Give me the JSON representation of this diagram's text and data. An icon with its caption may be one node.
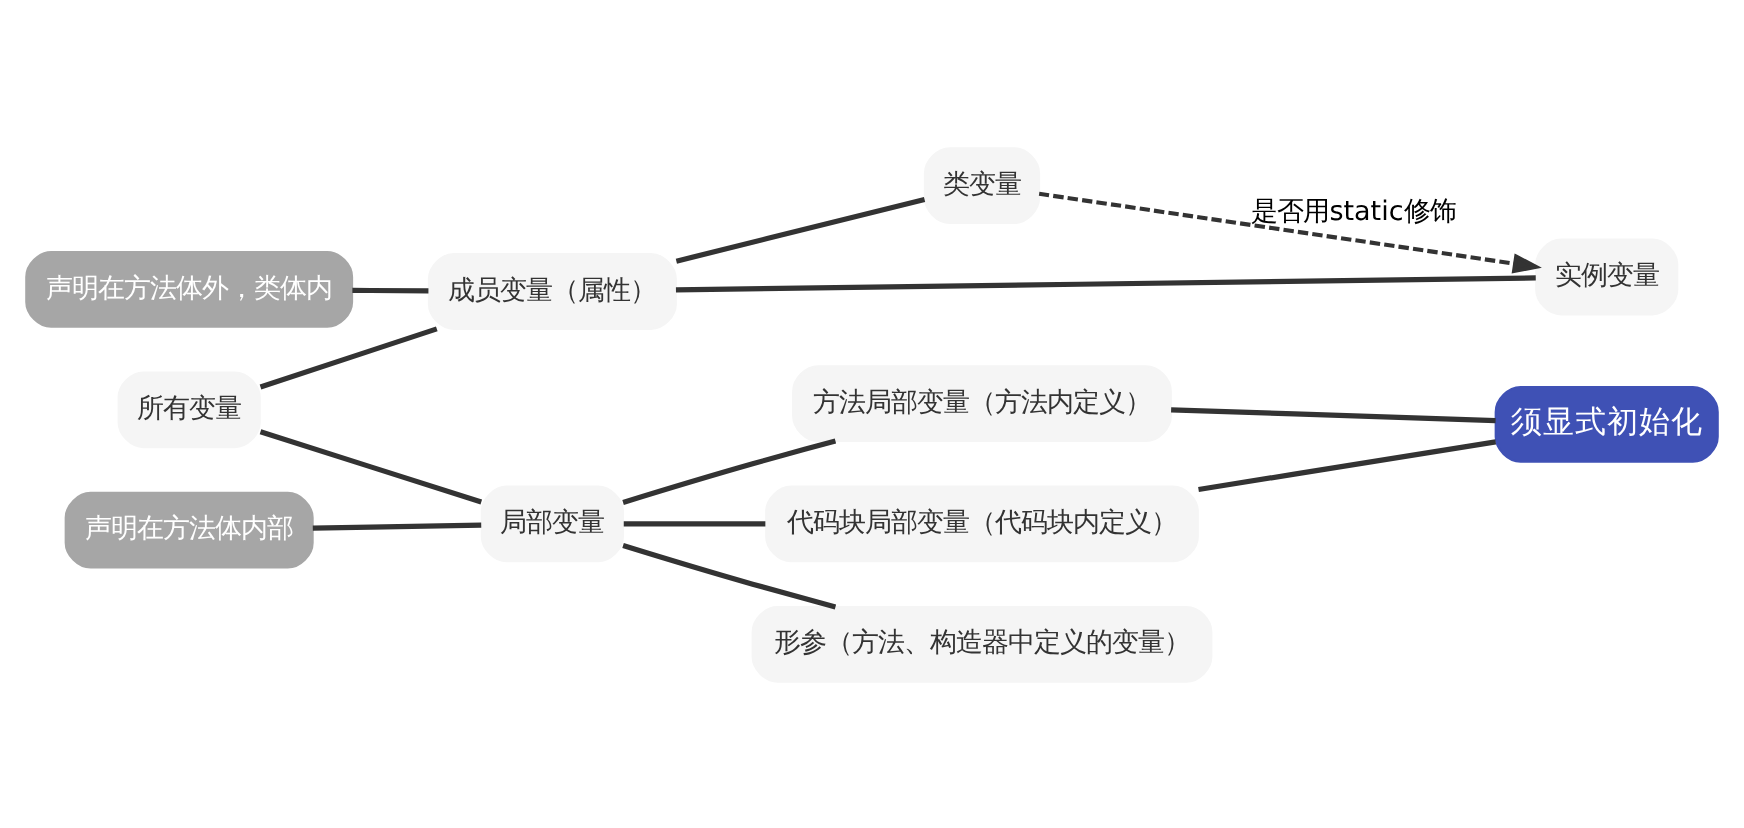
{
  "diagram": {
    "nodes": [
      {
        "text": [
          "所有变量"
        ]
      },
      {
        "text": [
          "成员变量（属性）"
        ]
      },
      {
        "text": [
          "声明在方法体外，类体内"
        ]
      },
      {
        "text": [
          "实例变量"
        ]
      },
      {
        "text": [
          "类变量"
        ]
      },
      {
        "text": [
          "局部变量"
        ]
      },
      {
        "text": [
          "形参（方法、构造器中定义的变量）"
        ]
      },
      {
        "text": [
          "方法局部变量（方法内定义）"
        ]
      },
      {
        "text": [
          "代码块局部变量（代码块内定义）"
        ]
      },
      {
        "text": [
          "须显式初始化"
        ]
      },
      {
        "text": [
          "声明在方法体内部"
        ]
      }
    ],
    "edges": [
      {
        "from": 0,
        "to": 1,
        "arrow": "none"
      },
      {
        "from": 0,
        "to": 5,
        "arrow": "none"
      },
      {
        "from": 2,
        "to": 1,
        "arrow": "none"
      },
      {
        "from": 1,
        "to": 3,
        "arrow": "none"
      },
      {
        "from": 1,
        "to": 4,
        "arrow": "none"
      },
      {
        "from": 4,
        "to": 3,
        "arrow": "to",
        "label": "是否用static修饰",
        "style": "dashed"
      },
      {
        "from": 5,
        "to": 6,
        "arrow": "none"
      },
      {
        "from": 5,
        "to": 7,
        "arrow": "none"
      },
      {
        "from": 5,
        "to": 8,
        "arrow": "none"
      },
      {
        "from": 7,
        "to": 9,
        "arrow": "none"
      },
      {
        "from": 8,
        "to": 9,
        "arrow": "none"
      },
      {
        "from": 10,
        "to": 5,
        "arrow": "none"
      }
    ]
  }
}
